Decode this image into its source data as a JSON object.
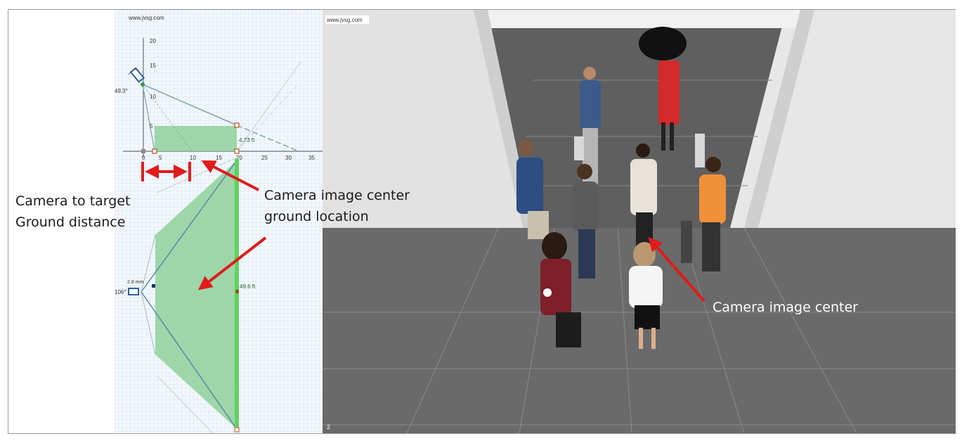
{
  "left_panel": {
    "watermark": "www.jvsg.com",
    "x_ticks": [
      "0",
      "5",
      "10",
      "15",
      "20",
      "25",
      "30",
      "35"
    ],
    "y_ticks": [
      "20",
      "15",
      "10",
      "5"
    ],
    "tilt_angle": "49.3°",
    "height_label": "4.73 ft",
    "fov_angle": "106°",
    "focal_label": "2.8 mm",
    "width_label": "49.6 ft"
  },
  "right_panel": {
    "watermark": "www.jvsg.com",
    "view_number": "2"
  },
  "annotations": {
    "camera_to_target": [
      "Camera to target",
      "Ground distance"
    ],
    "image_center_ground": [
      "Camera image center",
      "ground location"
    ],
    "image_center": "Camera image center"
  },
  "colors": {
    "arrow_red": "#e01b1b",
    "coverage_green": "#8fd19a",
    "grid_line": "#c9dcef",
    "wall_light": "#e6e6e6",
    "floor_dark": "#6a6a6a"
  }
}
